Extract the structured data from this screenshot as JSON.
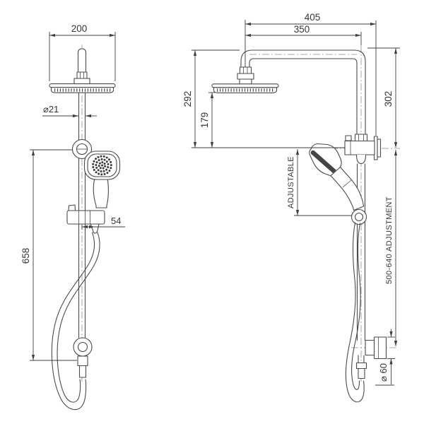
{
  "drawing": {
    "type": "technical-line-drawing",
    "subject": "twin shower column, front view and side view with dimensions",
    "colors": {
      "background": "#ffffff",
      "line": "#4a4a4a",
      "text": "#353535"
    },
    "labels": {
      "left_view": {
        "head_width": "200",
        "pipe_diameter": "⌀21",
        "rail_height": "658",
        "hose_offset": "54"
      },
      "right_view": {
        "arm_reach": "405",
        "arm_projection": "350",
        "head_drop": "292",
        "head_clearance": "179",
        "riser_height": "302",
        "adjustable": "ADJUSTABLE",
        "adjustment_range": "500-640 ADJUSTMENT",
        "outlet_diameter": "⌀ 60"
      }
    }
  }
}
